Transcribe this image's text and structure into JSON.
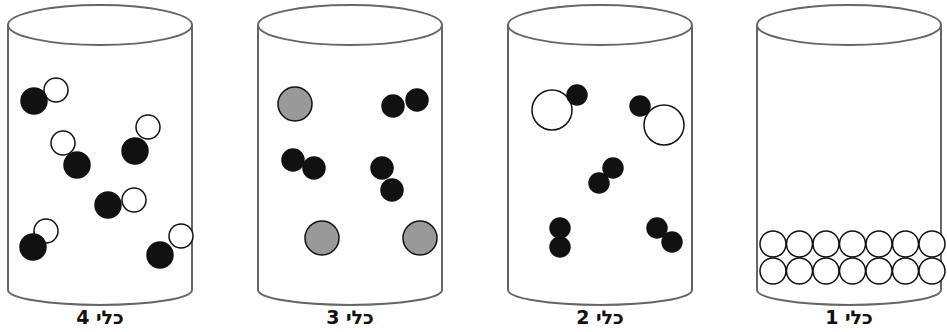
{
  "diagram": {
    "labels": [
      "כלי 4",
      "כלי 3",
      "כלי 2",
      "כלי 1"
    ]
  }
}
